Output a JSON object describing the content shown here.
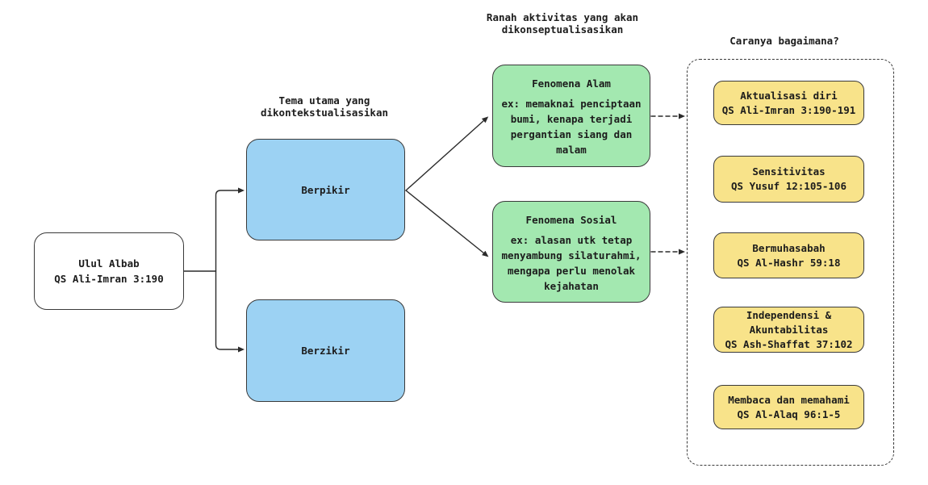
{
  "headers": {
    "tema": "Tema utama yang\ndikontekstualisasikan",
    "ranah": "Ranah aktivitas yang akan\ndikonseptualisasikan",
    "cara": "Caranya bagaimana?"
  },
  "nodes": {
    "ulul_albab": {
      "label": "Ulul Albab\nQS Ali-Imran 3:190"
    },
    "berpikir": {
      "label": "Berpikir"
    },
    "berzikir": {
      "label": "Berzikir"
    },
    "fenomena_alam": {
      "title": "Fenomena Alam",
      "body": "ex: memaknai penciptaan\nbumi, kenapa terjadi\npergantian siang dan\nmalam"
    },
    "fenomena_sosial": {
      "title": "Fenomena Sosial",
      "body": "ex: alasan utk tetap\nmenyambung silaturahmi,\nmengapa perlu menolak\nkejahatan"
    },
    "cara_items": [
      {
        "label": "Aktualisasi diri\nQS Ali-Imran 3:190-191"
      },
      {
        "label": "Sensitivitas\nQS Yusuf 12:105-106"
      },
      {
        "label": "Bermuhasabah\nQS Al-Hashr 59:18"
      },
      {
        "label": "Independensi &\nAkuntabilitas\nQS Ash-Shaffat 37:102"
      },
      {
        "label": "Membaca dan memahami\nQS Al-Alaq 96:1-5"
      }
    ]
  },
  "colors": {
    "blue": "#9cd2f3",
    "green": "#a3e8b0",
    "yellow": "#f8e38a",
    "white": "#ffffff",
    "border": "#3a3a3a",
    "arrow": "#2b2b2b"
  }
}
